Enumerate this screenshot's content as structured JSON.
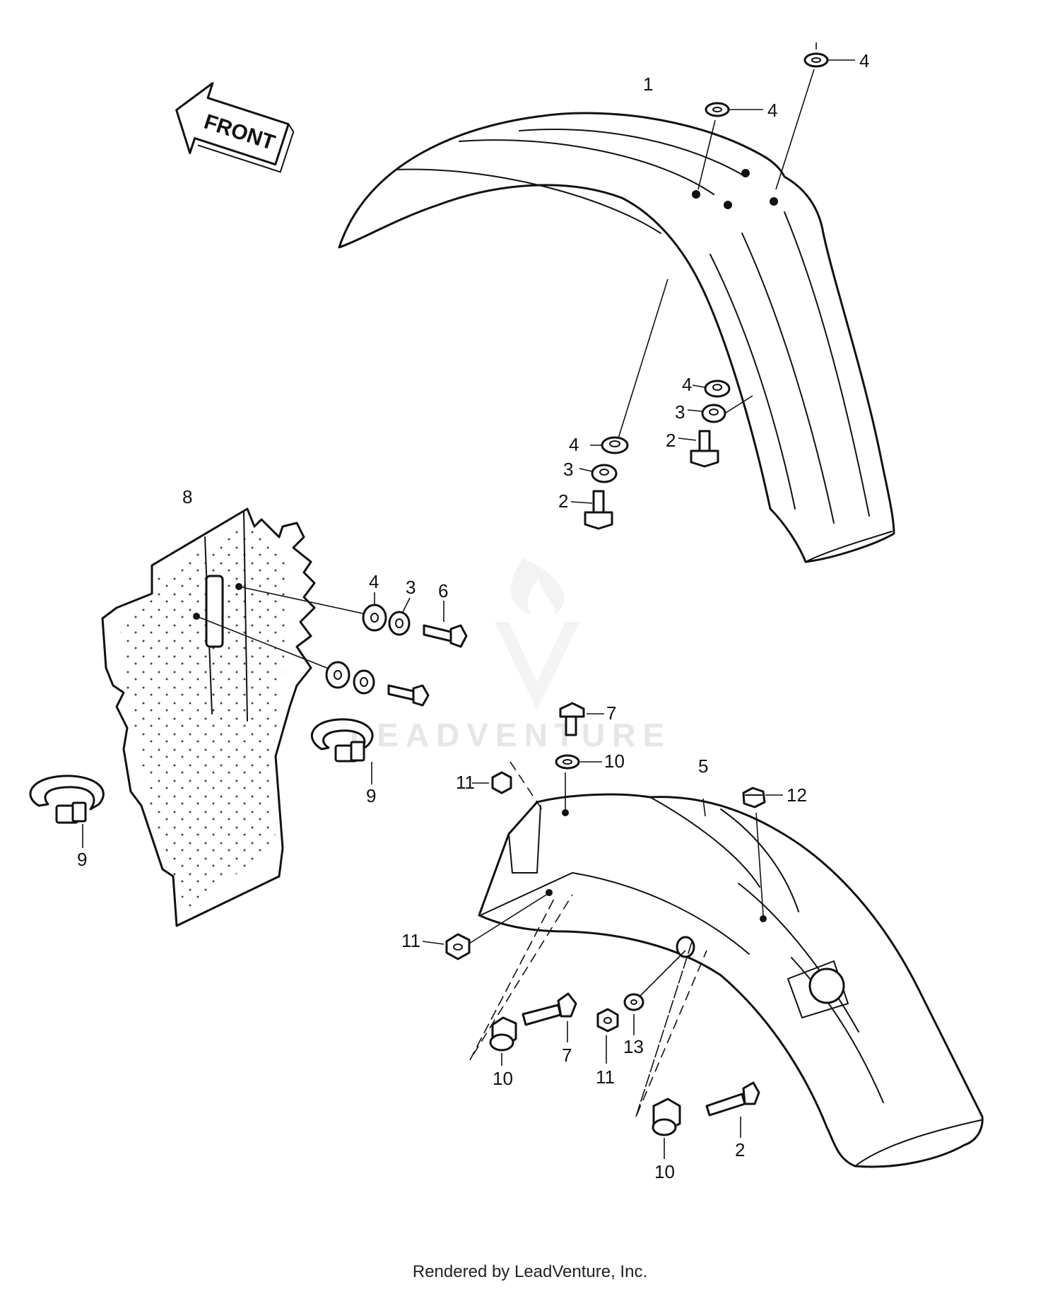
{
  "diagram": {
    "direction_label": "FRONT",
    "watermark": "LEADVENTURE",
    "callouts": {
      "front_fender": "1",
      "bolt": "2",
      "lock_washer": "3",
      "washer": "4",
      "rear_fender": "5",
      "bolt_6": "6",
      "bolt_7": "7",
      "flap": "8",
      "clamp": "9",
      "collar": "10",
      "nut": "11",
      "nut_12": "12",
      "washer_13": "13"
    }
  },
  "footer": {
    "text": "Rendered by LeadVenture, Inc."
  }
}
